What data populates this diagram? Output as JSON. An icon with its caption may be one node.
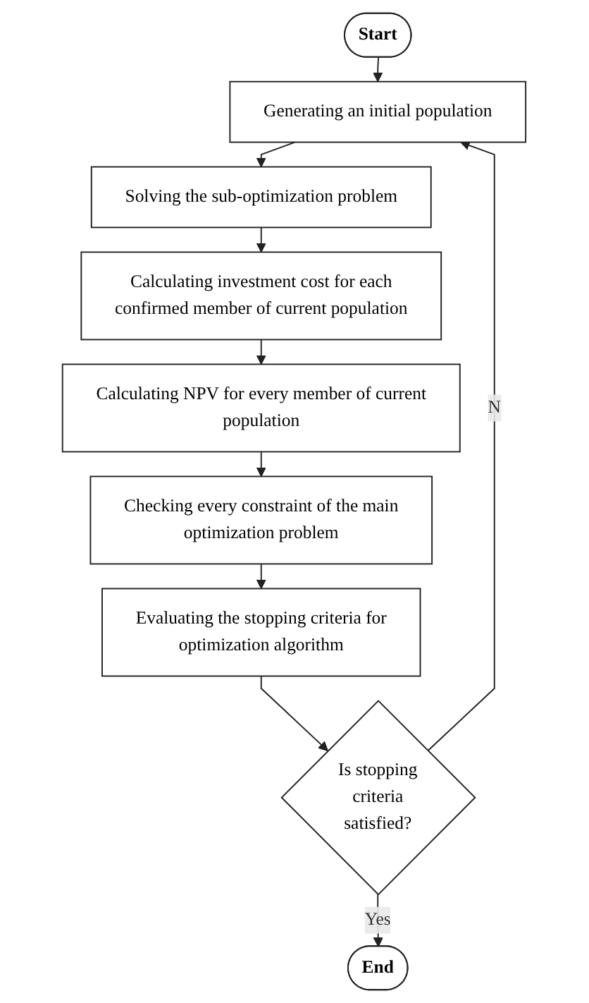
{
  "diagram": {
    "nodes": [
      {
        "text": [
          "Start"
        ]
      },
      {
        "text": [
          "Generating an initial population"
        ]
      },
      {
        "text": [
          "Solving the sub-optimization problem"
        ]
      },
      {
        "text": [
          "Calculating investment cost for each confirmed member of current population"
        ]
      },
      {
        "text": [
          "Calculating NPV for every member of current population"
        ]
      },
      {
        "text": [
          "Checking every constraint of the main optimization problem"
        ]
      },
      {
        "text": [
          "Evaluating the stopping criteria for optimization algorithm"
        ]
      },
      {
        "text": [
          "Is stopping criteria satisfied?"
        ]
      },
      {
        "text": [
          "End"
        ]
      }
    ],
    "edges": [
      {
        "from": 0,
        "to": 1,
        "arrow": "to"
      },
      {
        "from": 1,
        "to": 2,
        "arrow": "to"
      },
      {
        "from": 2,
        "to": 3,
        "arrow": "to"
      },
      {
        "from": 3,
        "to": 4,
        "arrow": "to"
      },
      {
        "from": 4,
        "to": 5,
        "arrow": "to"
      },
      {
        "from": 5,
        "to": 6,
        "arrow": "to"
      },
      {
        "from": 6,
        "to": 7,
        "arrow": "to"
      },
      {
        "from": 7,
        "to": 8,
        "label": "Yes",
        "arrow": "to"
      },
      {
        "from": 7,
        "to": 1,
        "label": "N",
        "arrow": "to"
      }
    ]
  }
}
